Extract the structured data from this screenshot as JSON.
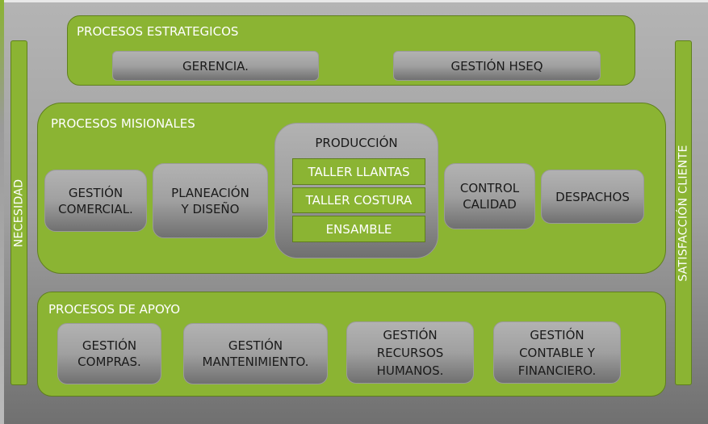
{
  "side": {
    "left": "NECESIDAD",
    "right": "SATISFACCIÓN CLIENTE"
  },
  "estrategicos": {
    "title": "PROCESOS ESTRATEGICOS",
    "items": [
      "GERENCIA.",
      "GESTIÓN HSEQ"
    ]
  },
  "misionales": {
    "title": "PROCESOS MISIONALES",
    "comercial": [
      "GESTIÓN",
      "COMERCIAL."
    ],
    "planeacion": [
      "PLANEACIÓN",
      "Y DISEÑO"
    ],
    "produccion": {
      "title": "PRODUCCIÓN",
      "items": [
        "TALLER LLANTAS",
        "TALLER COSTURA",
        "ENSAMBLE"
      ]
    },
    "control": [
      "CONTROL",
      "CALIDAD"
    ],
    "despachos": "DESPACHOS"
  },
  "apoyo": {
    "title": "PROCESOS DE APOYO",
    "compras": [
      "GESTIÓN",
      "COMPRAS."
    ],
    "mantenimiento": [
      "GESTIÓN",
      "MANTENIMIENTO."
    ],
    "rrhh": [
      "GESTIÓN",
      "RECURSOS",
      "HUMANOS."
    ],
    "contable": [
      "GESTIÓN",
      "CONTABLE Y",
      "FINANCIERO."
    ]
  },
  "colors": {
    "green": "#8bb433",
    "gray": "#a0a0a0"
  }
}
